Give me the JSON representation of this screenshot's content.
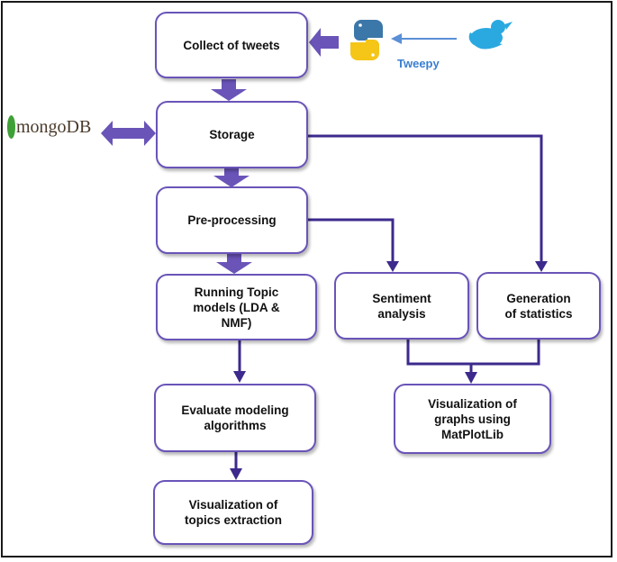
{
  "diagram": {
    "boxes": {
      "collect": "Collect of tweets",
      "storage": "Storage",
      "preprocessing": "Pre-processing",
      "topic_models": "Running Topic\nmodels (LDA &\nNMF)",
      "sentiment": "Sentiment\nanalysis",
      "statistics": "Generation\nof statistics",
      "evaluate": "Evaluate modeling\nalgorithms",
      "visualization_graphs": "Visualization of\ngraphs using\nMatPlotLib",
      "visualization_topics": "Visualization of\ntopics extraction"
    },
    "logos": {
      "mongodb": "mongoDB",
      "tweepy": "Tweepy"
    },
    "icons": [
      "python-logo-icon",
      "twitter-bird-icon",
      "mongodb-leaf-icon"
    ],
    "colors": {
      "box_border": "#6a54b8",
      "arrow_fill": "#6a54b8",
      "connector": "#3d2a8c",
      "tweepy_arrow": "#5b8fd6",
      "twitter_blue": "#2aa9e0",
      "python_blue": "#3b77a8",
      "python_yellow": "#f5c518"
    }
  }
}
